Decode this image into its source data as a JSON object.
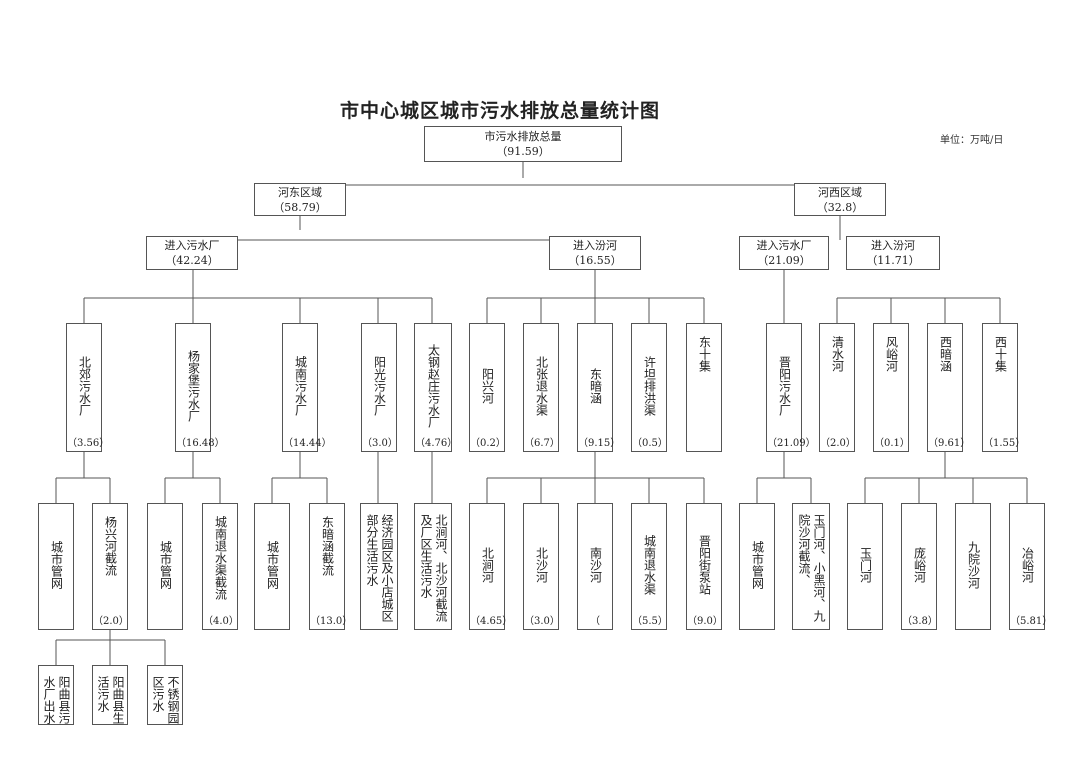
{
  "title": "市中心城区城市污水排放总量统计图",
  "unit": "单位：万吨/日",
  "nodes": {
    "total": {
      "label": "市污水排放总量",
      "value": "（91.59）"
    },
    "hedong": {
      "label": "河东区域",
      "value": "（58.79）"
    },
    "hexi": {
      "label": "河西区域",
      "value": "（32.8）"
    },
    "hd_plant": {
      "label": "进入污水厂",
      "value": "（42.24）"
    },
    "hd_river": {
      "label": "进入汾河",
      "value": "（16.55）"
    },
    "hx_plant": {
      "label": "进入污水厂",
      "value": "（21.09）"
    },
    "hx_river": {
      "label": "进入汾河",
      "value": "（11.71）"
    },
    "beijiao": {
      "label": "北郊污水厂",
      "value": "（3.56）"
    },
    "yangjiabao": {
      "label": "杨家堡污水厂",
      "value": "（16.48）"
    },
    "chengnan": {
      "label": "城南污水厂",
      "value": "（14.44）"
    },
    "yangguang": {
      "label": "阳光污水厂",
      "value": "（3.0）"
    },
    "taigang": {
      "label": "太钢赵庄污水厂",
      "value": "（4.76）"
    },
    "yangxinghe": {
      "label": "阳兴河",
      "value": "（0.2）"
    },
    "beizhang": {
      "label": "北张退水渠",
      "value": "（6.7）"
    },
    "dongyan": {
      "label": "东暗涵",
      "value": "（9.15）"
    },
    "xutan": {
      "label": "许坦排洪渠",
      "value": "（0.5）"
    },
    "dongshiji": {
      "label": "东十集",
      "value": ""
    },
    "jinyang": {
      "label": "晋阳污水厂",
      "value": "（21.09）"
    },
    "qingshui": {
      "label": "清水河",
      "value": "（2.0）"
    },
    "fengyu": {
      "label": "风峪河",
      "value": "（0.1）"
    },
    "xiyan": {
      "label": "西暗涵",
      "value": "（9.61）"
    },
    "xishiji": {
      "label": "西十集",
      "value": "（1.55）"
    },
    "bj_pipe": {
      "label": "城市管网",
      "value": ""
    },
    "bj_yangxing": {
      "label": "杨兴河截流",
      "value": "（2.0）"
    },
    "yjb_pipe": {
      "label": "城市管网",
      "value": ""
    },
    "yjb_cn_canal": {
      "label": "城南退水渠截流",
      "value": "（4.0）"
    },
    "cn_pipe": {
      "label": "城市管网",
      "value": ""
    },
    "cn_dongyan": {
      "label": "东暗涵截流",
      "value": "（13.0）"
    },
    "yg_jingji": {
      "label": "经济园区及小店城区部分生活污水",
      "value": ""
    },
    "tg_beijian": {
      "label": "北涧河、北沙河截流及厂区生活污水",
      "value": ""
    },
    "beijian": {
      "label": "北涧河",
      "value": "（4.65）"
    },
    "beisha": {
      "label": "北沙河",
      "value": "（3.0）"
    },
    "nansha": {
      "label": "南沙河",
      "value": "（"
    },
    "cn_canal": {
      "label": "城南退水渠",
      "value": "（5.5）"
    },
    "jinyangjie": {
      "label": "晋阳街泵站",
      "value": "（9.0）"
    },
    "jy_pipe": {
      "label": "城市管网",
      "value": ""
    },
    "jy_intercept": {
      "label": "玉门河、小黑河、九院沙河截流、",
      "value": ""
    },
    "yumen": {
      "label": "玉门河",
      "value": ""
    },
    "luyu": {
      "label": "庞峪河",
      "value": "（3.8）"
    },
    "jiuyuan": {
      "label": "九院沙河",
      "value": ""
    },
    "yeyu": {
      "label": "冶峪河",
      "value": "（5.81）"
    },
    "leaf1": {
      "label": "阳曲县污水厂出水",
      "value": ""
    },
    "leaf2": {
      "label": "阳曲县生活污水",
      "value": ""
    },
    "leaf3": {
      "label": "不锈钢园区污水",
      "value": ""
    }
  }
}
